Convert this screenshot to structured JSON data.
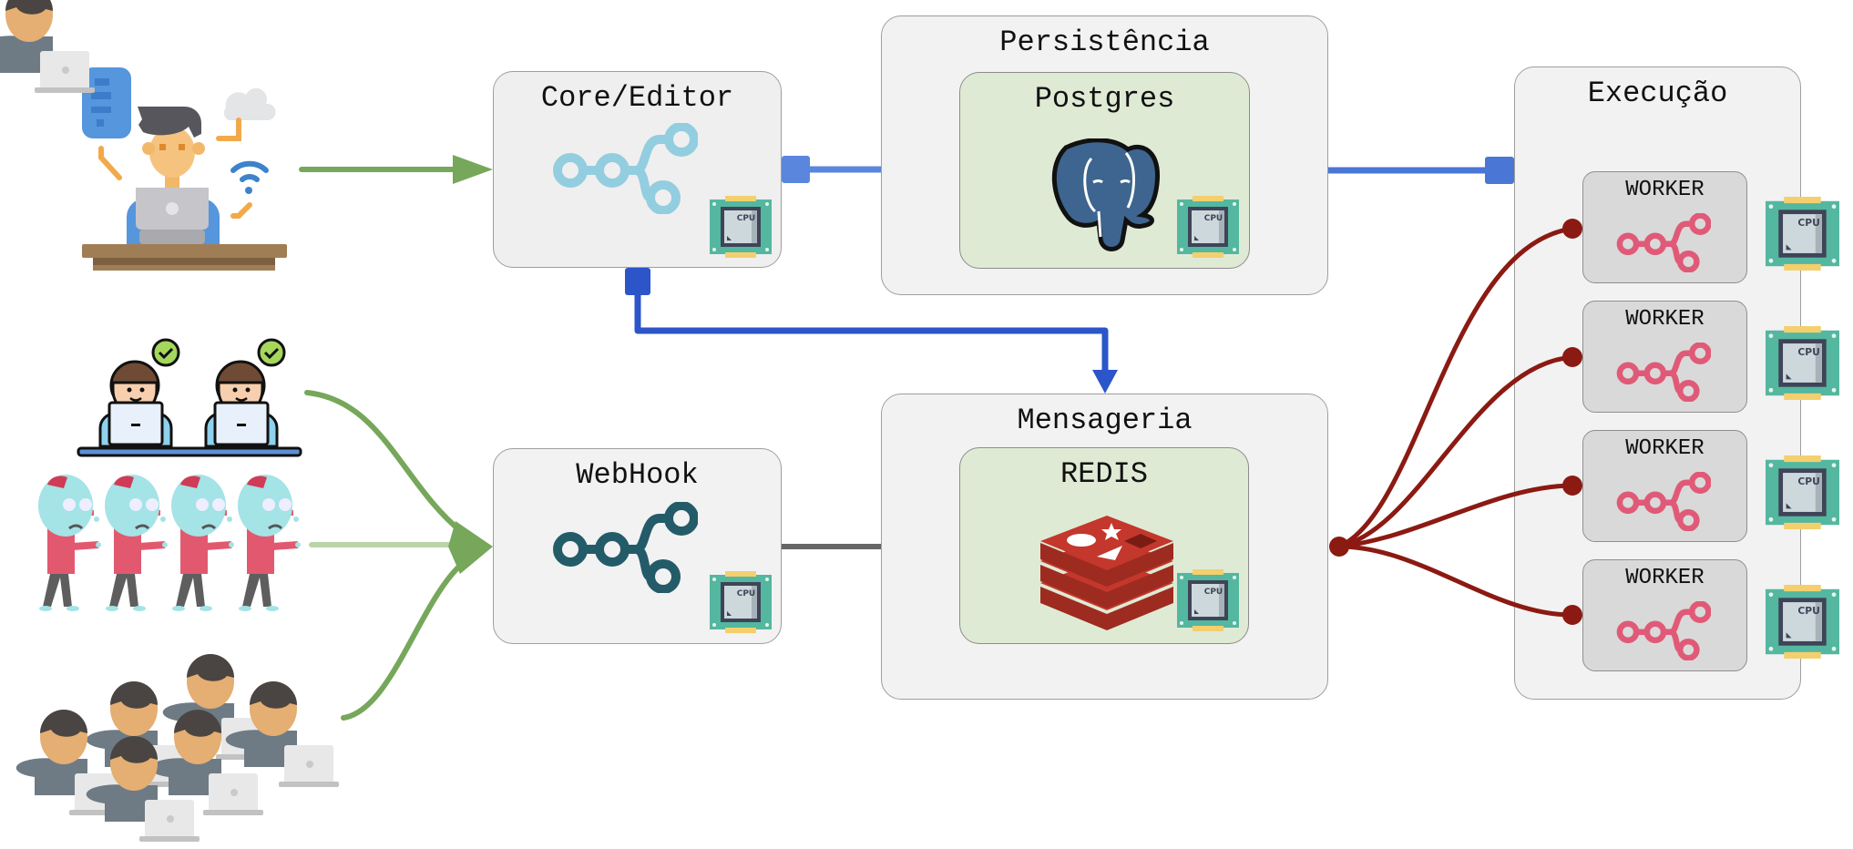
{
  "diagram": {
    "colors": {
      "green_arrow": "#76a75a",
      "green_arrow_light": "#b9d5a8",
      "blue_connector": "#5b86dd",
      "blue_connector_dark": "#2b55c9",
      "gray_arrow": "#666666",
      "red_connector": "#8b1a12",
      "n8n_light": "#93cde0",
      "n8n_dark": "#245b69",
      "n8n_pink": "#e05a78",
      "postgres_blue": "#3d658f",
      "redis_red": "#c4372c",
      "cpu_green": "#54b79f"
    },
    "actors": [
      {
        "id": "developer",
        "icon": "developer-at-laptop-icon"
      },
      {
        "id": "happy-users",
        "icon": "users-at-laptops-checkmark-icon",
        "count": 2
      },
      {
        "id": "zombies",
        "icon": "zombie-icon",
        "count": 4
      },
      {
        "id": "crowd",
        "icon": "people-with-laptops-icon",
        "count": 6
      }
    ],
    "nodes": {
      "core_editor": {
        "label": "Core/Editor",
        "icon": "n8n-icon",
        "cpu": "CPU"
      },
      "webhook": {
        "label": "WebHook",
        "icon": "n8n-icon",
        "cpu": "CPU"
      },
      "persistencia": {
        "label": "Persistência"
      },
      "postgres": {
        "label": "Postgres",
        "icon": "postgres-elephant-icon",
        "cpu": "CPU"
      },
      "mensageria": {
        "label": "Mensageria"
      },
      "redis": {
        "label": "REDIS",
        "icon": "redis-icon",
        "cpu": "CPU"
      },
      "execucao": {
        "label": "Execução"
      },
      "workers": [
        {
          "label": "WORKER",
          "cpu": "CPU"
        },
        {
          "label": "WORKER",
          "cpu": "CPU"
        },
        {
          "label": "WORKER",
          "cpu": "CPU"
        },
        {
          "label": "WORKER",
          "cpu": "CPU"
        }
      ]
    },
    "edges": [
      {
        "from": "developer",
        "to": "core_editor",
        "style": "green"
      },
      {
        "from": "happy-users",
        "to": "webhook",
        "style": "green"
      },
      {
        "from": "zombies",
        "to": "webhook",
        "style": "green-light"
      },
      {
        "from": "crowd",
        "to": "webhook",
        "style": "green"
      },
      {
        "from": "core_editor",
        "to": "postgres",
        "style": "blue"
      },
      {
        "from": "execucao",
        "to": "postgres",
        "style": "blue"
      },
      {
        "from": "core_editor",
        "to": "mensageria",
        "style": "blue-dark"
      },
      {
        "from": "webhook",
        "to": "redis",
        "style": "gray"
      },
      {
        "from": "mensageria",
        "to": "workers",
        "style": "red-fanout"
      }
    ]
  }
}
